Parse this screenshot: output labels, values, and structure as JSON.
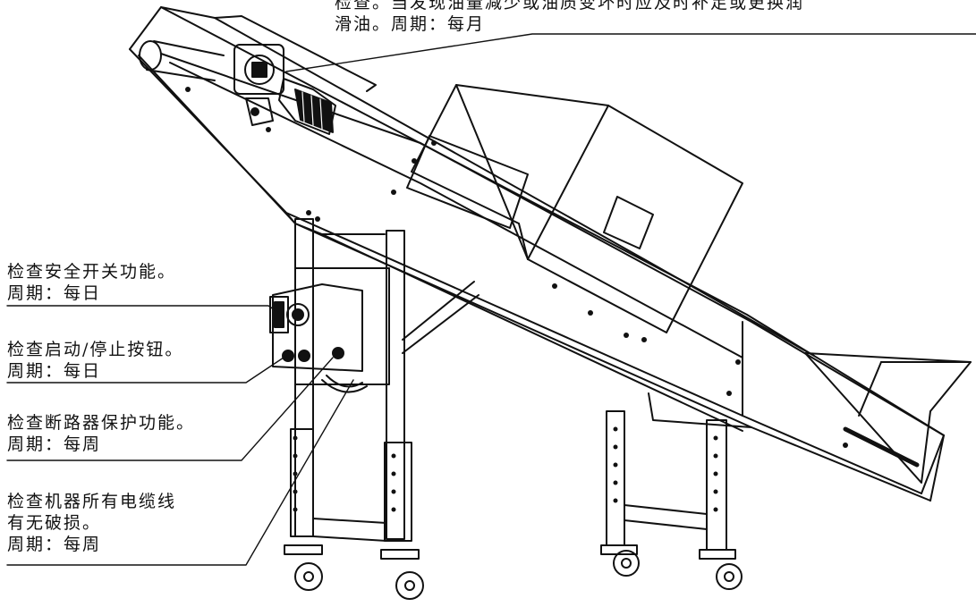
{
  "callouts": {
    "top": [
      "检查。当发现油量减少或油质变坏时应及时补足或更换润",
      "滑油。周期：每月"
    ],
    "safety": [
      "检查安全开关功能。",
      "周期：每日"
    ],
    "startstop": [
      "检查启动/停止按钮。",
      "周期：每日"
    ],
    "breaker": [
      "检查断路器保护功能。",
      "周期：每周"
    ],
    "cable": [
      "检查机器所有电缆线",
      "有无破损。",
      "周期：每周"
    ]
  },
  "colors": {
    "ink": "#111111",
    "background": "#ffffff",
    "shade": "#333333"
  }
}
